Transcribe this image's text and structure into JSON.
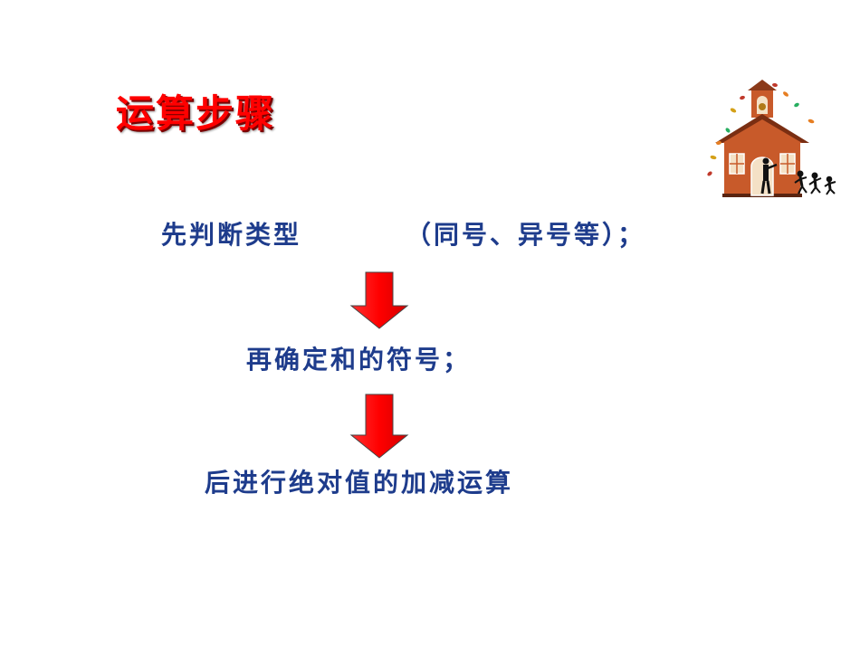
{
  "slide": {
    "title": "运算步骤",
    "step1": "先判断类型",
    "step1_note": "（同号、异号等）；",
    "step2": "再确定和的符号；",
    "step3": "后进行绝对值的加减运算"
  },
  "colors": {
    "title": "#ff0000",
    "text": "#1e3c8c",
    "arrow": "#ff0000"
  },
  "icons": [
    "down-arrow-icon",
    "schoolhouse-icon"
  ]
}
